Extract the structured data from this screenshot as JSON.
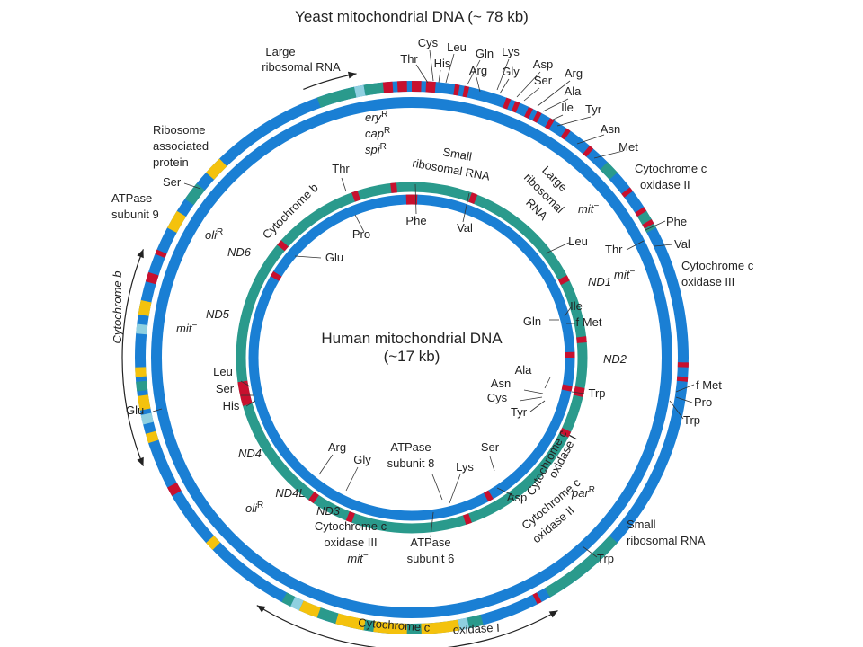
{
  "colors": {
    "blue": "#1a7fd4",
    "teal": "#2a9a8c",
    "red": "#c8102e",
    "yellow": "#f4c20d",
    "lightblue": "#8fd0e0",
    "text": "#222222"
  },
  "title": "Yeast mitochondrial DNA (~ 78 kb)",
  "center_title": "Human mitochondrial DNA",
  "center_subtitle": "(~17 kb)",
  "yeast": {
    "top_labels": [
      "Large",
      "ribosomal RNA",
      "Thr",
      "Cys",
      "His",
      "Leu",
      "Gln",
      "Arg",
      "Lys",
      "Gly",
      "Asp",
      "Ser",
      "Arg",
      "Ala",
      "Ile",
      "Tyr",
      "Asn",
      "Met"
    ],
    "right_labels": [
      "Cytochrome c",
      "oxidase II",
      "mit",
      "Phe",
      "Val",
      "Thr",
      "Cytochrome c",
      "oxidase III",
      "mit",
      "f Met",
      "Pro",
      "Trp",
      "par",
      "Small",
      "ribosomal RNA",
      "Trp"
    ],
    "left_labels": [
      "Ribosome",
      "associated",
      "protein",
      "Ser",
      "ATPase",
      "subunit 9",
      "oli",
      "Cytochrome b",
      "mit",
      "Glu"
    ],
    "inner_labels": [
      "ery",
      "cap",
      "spi"
    ],
    "bottom_labels": [
      "oli",
      "Cytochrome c",
      "oxidase III",
      "mit",
      "Cytochrome c",
      "oxidase I",
      "Cytochrome c",
      "oxidase II"
    ],
    "sup": {
      "R": "R",
      "minus": "−"
    }
  },
  "human": {
    "labels": [
      "Small",
      "ribosomal RNA",
      "Large",
      "ribosomal",
      "RNA",
      "Cytochrome b",
      "Thr",
      "Pro",
      "Phe",
      "Val",
      "Leu",
      "ND1",
      "Ile",
      "Gln",
      "f Met",
      "ND2",
      "ND6",
      "Glu",
      "ND5",
      "Ala",
      "Asn",
      "Cys",
      "Tyr",
      "Trp",
      "Leu",
      "Ser",
      "His",
      "ND4",
      "ND4L",
      "Arg",
      "Gly",
      "ATPase",
      "subunit 8",
      "Lys",
      "Ser",
      "ND3",
      "ATPase",
      "subunit 6",
      "Asp",
      "Cytochrome c",
      "oxidase I"
    ]
  }
}
